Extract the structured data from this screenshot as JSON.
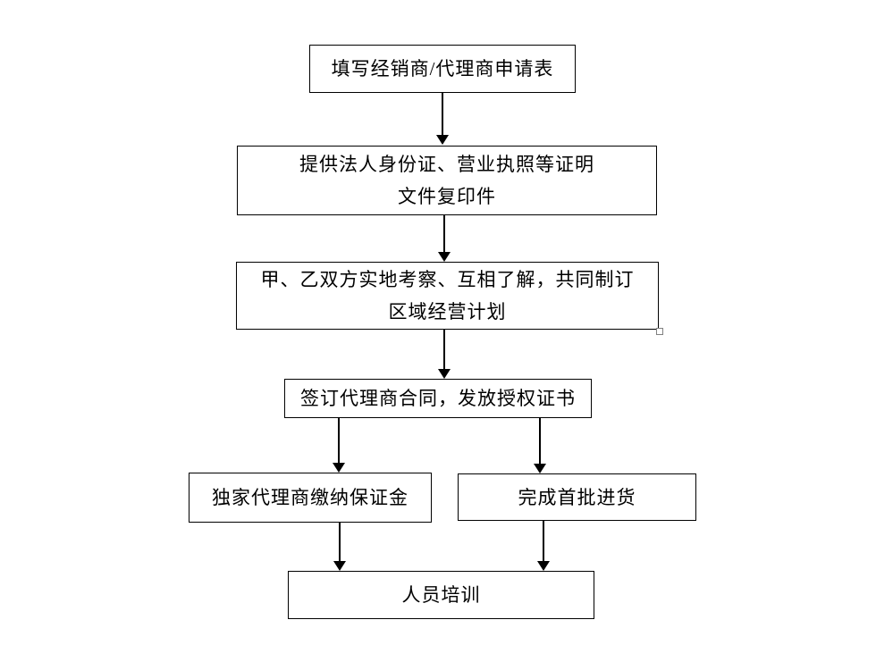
{
  "colors": {
    "background": "#ffffff",
    "box_border": "#000000",
    "text": "#000000",
    "arrow": "#000000",
    "handle_border": "#808080"
  },
  "diagram": {
    "type": "flowchart",
    "nodes": [
      {
        "id": "fill-application",
        "lines": [
          "填写经销商/代理商申请表"
        ]
      },
      {
        "id": "provide-documents",
        "lines": [
          "提供法人身份证、营业执照等证明",
          "文件复印件"
        ]
      },
      {
        "id": "site-inspection",
        "lines": [
          "甲、乙双方实地考察、互相了解，共同制订",
          "区域经营计划"
        ]
      },
      {
        "id": "sign-contract",
        "lines": [
          "签订代理商合同，发放授权证书"
        ]
      },
      {
        "id": "pay-deposit",
        "lines": [
          "独家代理商缴纳保证金"
        ]
      },
      {
        "id": "first-stock",
        "lines": [
          "完成首批进货"
        ]
      },
      {
        "id": "staff-training",
        "lines": [
          "人员培训"
        ]
      }
    ],
    "edges": [
      {
        "from": "fill-application",
        "to": "provide-documents"
      },
      {
        "from": "provide-documents",
        "to": "site-inspection"
      },
      {
        "from": "site-inspection",
        "to": "sign-contract"
      },
      {
        "from": "sign-contract",
        "to": "pay-deposit"
      },
      {
        "from": "sign-contract",
        "to": "first-stock"
      },
      {
        "from": "pay-deposit",
        "to": "staff-training"
      },
      {
        "from": "first-stock",
        "to": "staff-training"
      }
    ]
  }
}
